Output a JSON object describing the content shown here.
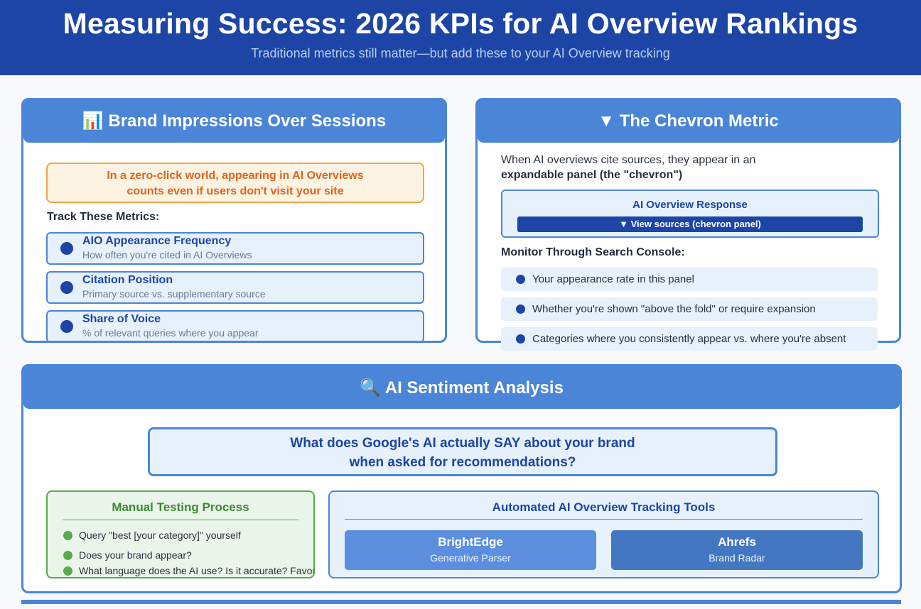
{
  "header": {
    "title": "Measuring Success: 2026 KPIs for AI Overview Rankings",
    "subtitle": "Traditional metrics still matter—but add these to your AI Overview tracking"
  },
  "brand_card": {
    "title": "📊 Brand Impressions Over Sessions",
    "callout_line1": "In a zero-click world, appearing in AI Overviews",
    "callout_line2": "counts even if users don't visit your site",
    "track_title": "Track These Metrics:",
    "metrics": [
      {
        "title": "AIO Appearance Frequency",
        "desc": "How often you're cited in AI Overviews"
      },
      {
        "title": "Citation Position",
        "desc": "Primary source vs. supplementary source"
      },
      {
        "title": "Share of Voice",
        "desc": "% of relevant queries where you appear"
      }
    ]
  },
  "chevron_card": {
    "title": "▼ The Chevron Metric",
    "intro_line1": "When AI overviews cite sources, they appear in an",
    "intro_line2": "expandable panel (the \"chevron\")",
    "aio_title": "AI Overview Response",
    "aio_button": "▼ View sources (chevron panel)",
    "monitor_title": "Monitor Through Search Console:",
    "items": [
      "Your appearance rate in this panel",
      "Whether you're shown \"above the fold\" or require expansion",
      "Categories where you consistently appear vs. where you're absent"
    ]
  },
  "sentiment_card": {
    "title": "🔍 AI Sentiment Analysis",
    "question_line1": "What does Google's AI actually SAY about your brand",
    "question_line2": "when asked for recommendations?",
    "manual_title": "Manual Testing Process",
    "manual_items": [
      "Query \"best [your category]\" yourself",
      "Does your brand appear?",
      "What language does the AI use? Is it accurate? Favorable?"
    ],
    "tools_title": "Automated AI Overview Tracking Tools",
    "tools": [
      {
        "name": "BrightEdge",
        "product": "Generative Parser"
      },
      {
        "name": "Ahrefs",
        "product": "Brand Radar"
      }
    ]
  },
  "colors": {
    "header_bg": "#1c45a5",
    "card_accent": "#4a85d8",
    "callout_orange": "#e0641c",
    "green": "#58ab4d",
    "tool_1": "#5b8fdd",
    "tool_2": "#4377c2"
  }
}
